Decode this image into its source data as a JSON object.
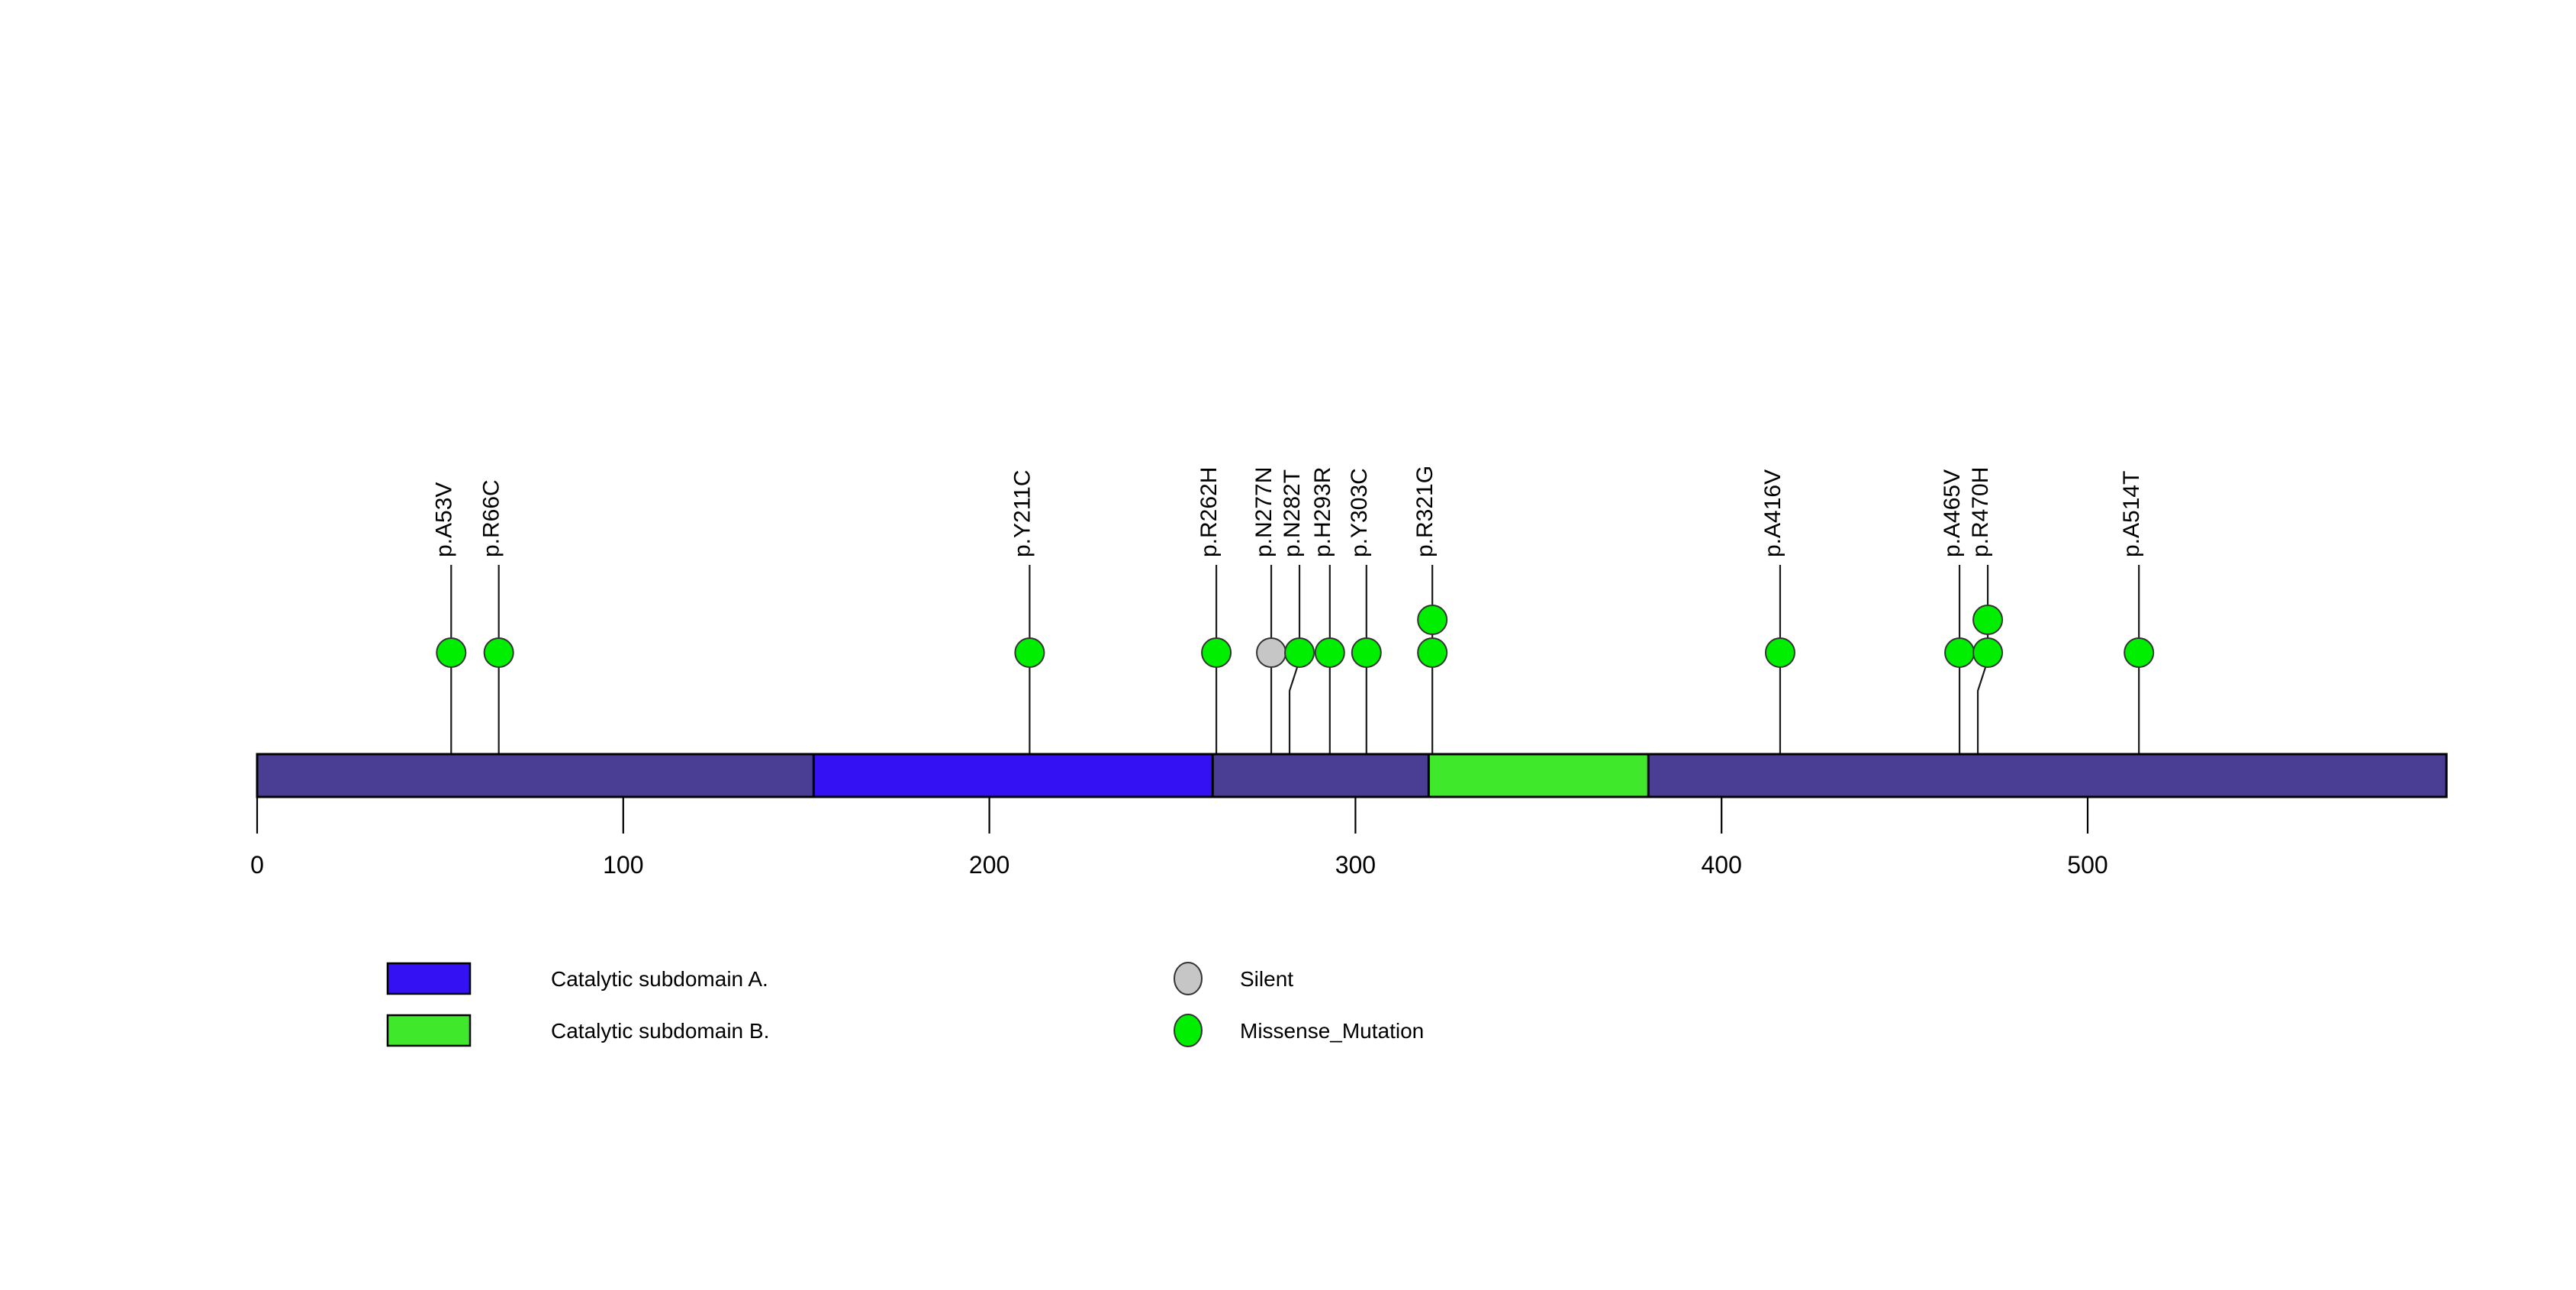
{
  "chart_data": {
    "type": "lollipop",
    "title": "",
    "xlabel": "",
    "ylabel": "",
    "xlim": [
      0,
      598
    ],
    "protein_length": 598,
    "axis": {
      "ticks": [
        0,
        100,
        200,
        300,
        400,
        500
      ],
      "tick_labels": [
        "0",
        "100",
        "200",
        "300",
        "400",
        "500"
      ]
    },
    "backbone": {
      "label": "protein-backbone",
      "start": 0,
      "end": 598,
      "color": "#4A3D94"
    },
    "domains": [
      {
        "name": "Catalytic subdomain A.",
        "start": 152,
        "end": 261,
        "color": "#3311F2"
      },
      {
        "name": "Catalytic subdomain B.",
        "start": 320,
        "end": 380,
        "color": "#3FE82B"
      }
    ],
    "mutations": [
      {
        "label": "p.A53V",
        "position": 53,
        "count": 1,
        "type": "Missense_Mutation",
        "color": "#00EE00"
      },
      {
        "label": "p.R66C",
        "position": 66,
        "count": 1,
        "type": "Missense_Mutation",
        "color": "#00EE00"
      },
      {
        "label": "p.Y211C",
        "position": 211,
        "count": 1,
        "type": "Missense_Mutation",
        "color": "#00EE00"
      },
      {
        "label": "p.R262H",
        "position": 262,
        "count": 1,
        "type": "Missense_Mutation",
        "color": "#00EE00"
      },
      {
        "label": "p.N277N",
        "position": 277,
        "count": 1,
        "type": "Silent",
        "color": "#C6C6C6"
      },
      {
        "label": "p.N282T",
        "position": 282,
        "count": 1,
        "type": "Missense_Mutation",
        "color": "#00EE00"
      },
      {
        "label": "p.H293R",
        "position": 293,
        "count": 1,
        "type": "Missense_Mutation",
        "color": "#00EE00"
      },
      {
        "label": "p.Y303C",
        "position": 303,
        "count": 1,
        "type": "Missense_Mutation",
        "color": "#00EE00"
      },
      {
        "label": "p.R321G",
        "position": 321,
        "count": 2,
        "type": "Missense_Mutation",
        "color": "#00EE00"
      },
      {
        "label": "p.A416V",
        "position": 416,
        "count": 1,
        "type": "Missense_Mutation",
        "color": "#00EE00"
      },
      {
        "label": "p.A465V",
        "position": 465,
        "count": 1,
        "type": "Missense_Mutation",
        "color": "#00EE00"
      },
      {
        "label": "p.R470H",
        "position": 470,
        "count": 2,
        "type": "Missense_Mutation",
        "color": "#00EE00"
      },
      {
        "label": "p.A514T",
        "position": 514,
        "count": 1,
        "type": "Missense_Mutation",
        "color": "#00EE00"
      }
    ],
    "legend": {
      "position": "bottom",
      "domain_entries": [
        {
          "label": "Catalytic subdomain A.",
          "color": "#3311F2"
        },
        {
          "label": "Catalytic subdomain B.",
          "color": "#3FE82B"
        }
      ],
      "mutation_entries": [
        {
          "label": "Silent",
          "color": "#C6C6C6"
        },
        {
          "label": "Missense_Mutation",
          "color": "#00EE00"
        }
      ]
    }
  }
}
